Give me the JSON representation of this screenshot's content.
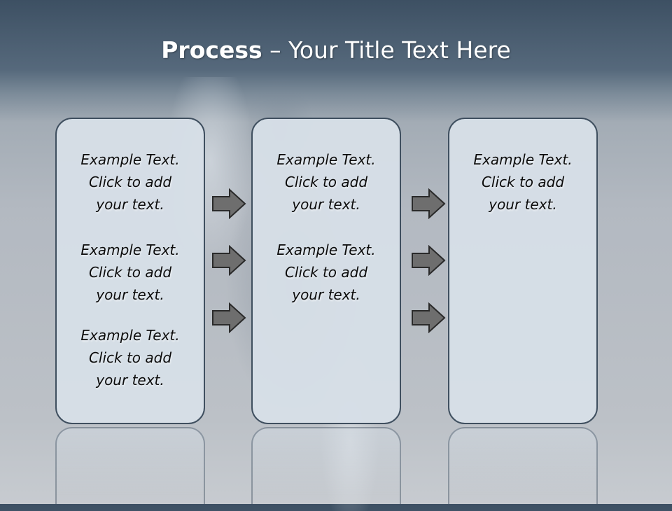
{
  "title": {
    "bold": "Process",
    "rest": " – Your Title Text Here"
  },
  "columns": [
    {
      "items": [
        {
          "line1": "Example Text.",
          "line2": "Click  to add",
          "line3": "your text."
        },
        {
          "line1": "Example Text.",
          "line2": "Click  to add",
          "line3": "your text."
        },
        {
          "line1": "Example Text.",
          "line2": "Click  to add",
          "line3": "your text."
        }
      ]
    },
    {
      "items": [
        {
          "line1": "Example Text.",
          "line2": "Click  to add",
          "line3": "your text."
        },
        {
          "line1": "Example Text.",
          "line2": "Click  to add",
          "line3": "your text."
        }
      ]
    },
    {
      "items": [
        {
          "line1": "Example Text.",
          "line2": "Click  to add",
          "line3": "your text."
        }
      ]
    }
  ],
  "colors": {
    "arrow_fill": "#6e6e6e",
    "arrow_stroke": "#2a2a2a",
    "box_border": "#3f4f5f"
  }
}
